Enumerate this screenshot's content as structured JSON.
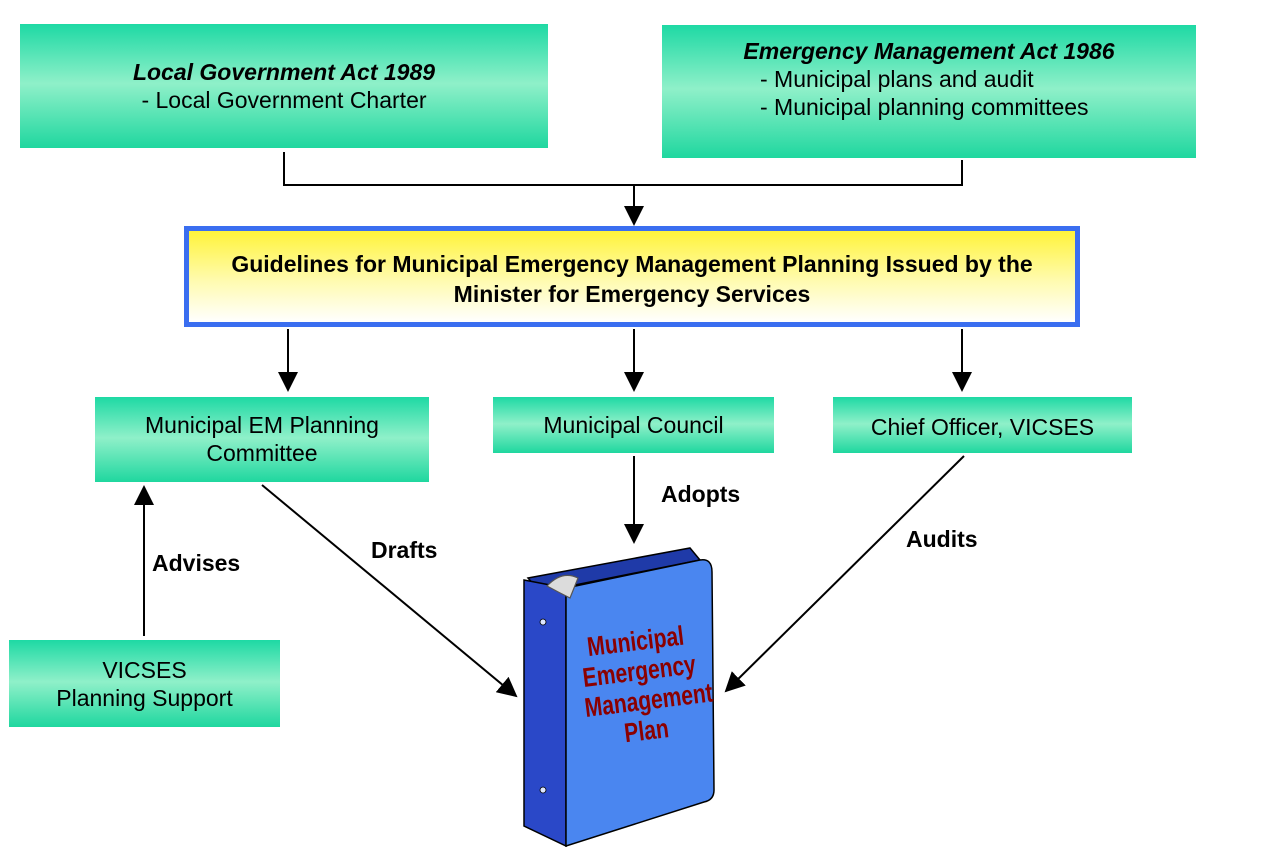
{
  "boxes": {
    "lga": {
      "title": "Local Government Act 1989",
      "line1": "- Local Government Charter"
    },
    "ema": {
      "title": "Emergency Management Act 1986",
      "line1": "- Municipal plans and audit",
      "line2": "- Municipal planning committees"
    },
    "guidelines": {
      "line1": "Guidelines for Municipal Emergency Management Planning",
      "line2": "Issued by the Minister for Emergency Services"
    },
    "committee": {
      "line1": "Municipal EM Planning",
      "line2": "Committee"
    },
    "council": {
      "line1": "Municipal Council"
    },
    "chief": {
      "line1": "Chief Officer, VICSES"
    },
    "support": {
      "line1": "VICSES",
      "line2": "Planning Support"
    }
  },
  "labels": {
    "adopts": "Adopts",
    "drafts": "Drafts",
    "audits": "Audits",
    "advises": "Advises"
  },
  "binder": {
    "line1": "Municipal",
    "line2": "Emergency",
    "line3": "Management",
    "line4": "Plan"
  },
  "colors": {
    "box_green": "#1ed9a4",
    "guide_yellow": "#fff33a",
    "guide_border": "#3a6ef0",
    "binder_blue": "#4a86f0",
    "binder_text": "#8b0000"
  }
}
